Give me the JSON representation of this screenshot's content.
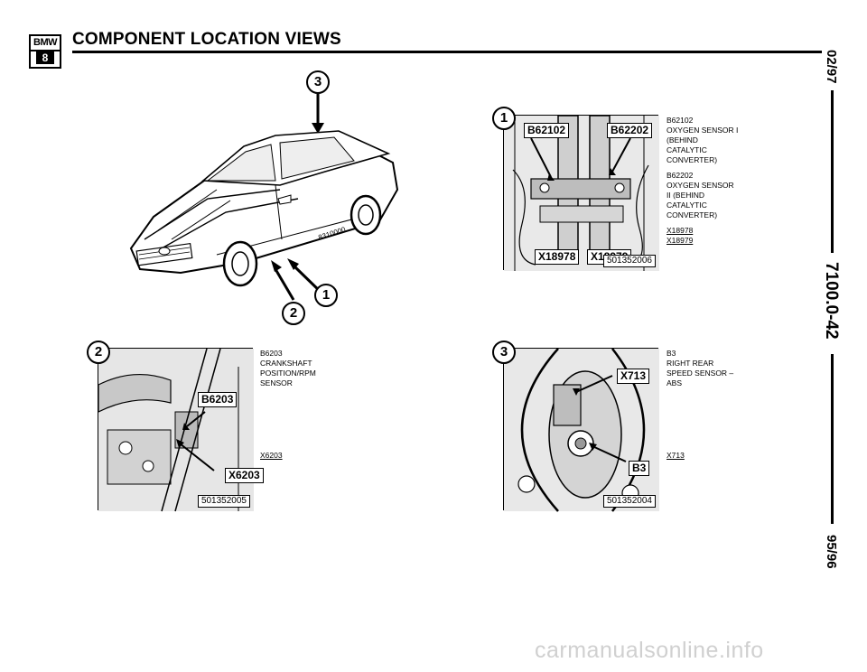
{
  "header": {
    "logo_top": "BMW",
    "logo_bottom": "8",
    "title": "COMPONENT LOCATION VIEWS"
  },
  "sidebar": {
    "top_date": "02/97",
    "page_code": "7100.0-42",
    "bottom_date": "95/96"
  },
  "car_view": {
    "callout_top": "3",
    "callout_right": "1",
    "callout_left": "2",
    "part_code": "8310000"
  },
  "view1": {
    "number": "1",
    "labels": [
      "B62102",
      "B62202",
      "X18978",
      "X18979"
    ],
    "figure_id": "501352006",
    "legend": {
      "item1_code": "B62102",
      "item1_desc": [
        "OXYGEN SENSOR I",
        "(BEHIND",
        "CATALYTIC",
        "CONVERTER)"
      ],
      "item2_code": "B62202",
      "item2_desc": [
        "OXYGEN SENSOR",
        "II (BEHIND",
        "CATALYTIC",
        "CONVERTER)"
      ],
      "conn1": "X18978",
      "conn2": "X18979"
    }
  },
  "view2": {
    "number": "2",
    "labels": [
      "B6203",
      "X6203"
    ],
    "figure_id": "501352005",
    "legend": {
      "item1_code": "B6203",
      "item1_desc": [
        "CRANKSHAFT",
        "POSITION/RPM",
        "SENSOR"
      ],
      "conn1": "X6203"
    }
  },
  "view3": {
    "number": "3",
    "labels": [
      "X713",
      "B3"
    ],
    "figure_id": "501352004",
    "legend": {
      "item1_code": "B3",
      "item1_desc": [
        "RIGHT REAR",
        "SPEED SENSOR –",
        "ABS"
      ],
      "conn1": "X713"
    }
  },
  "watermark": "carmanualsonline.info"
}
